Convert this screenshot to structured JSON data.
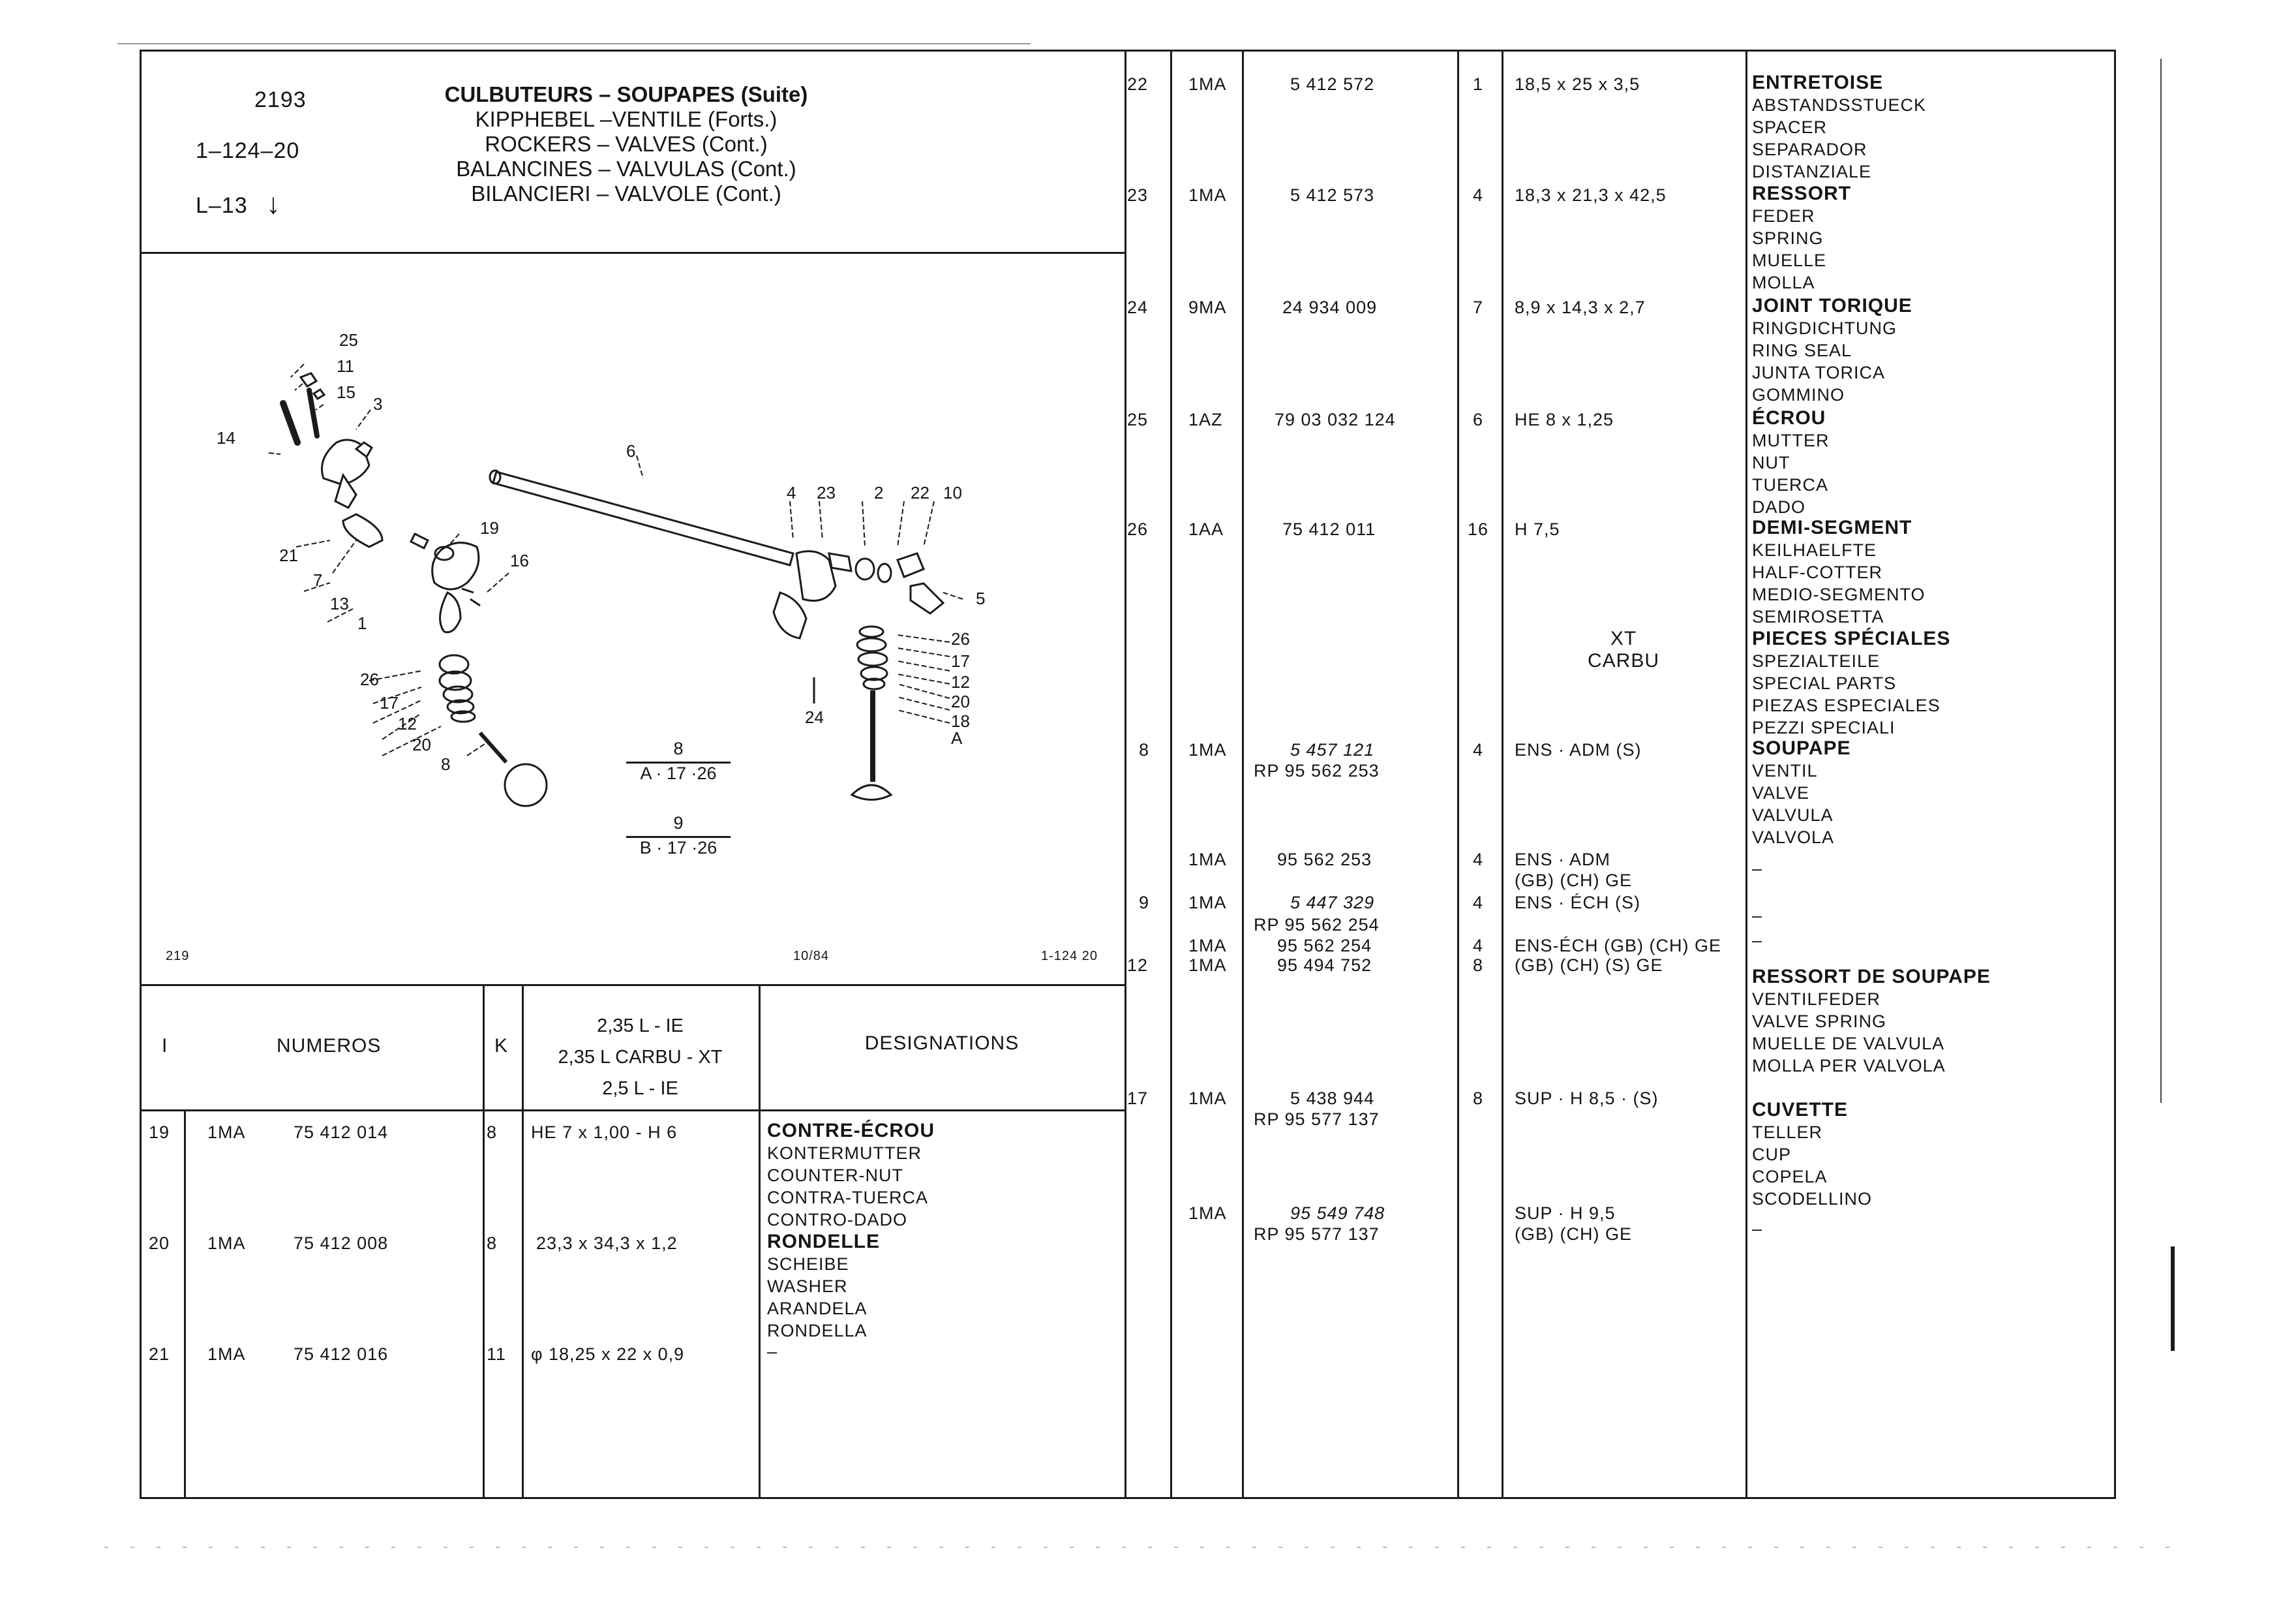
{
  "header": {
    "code": "2193",
    "ref": "1–124–20",
    "level": "L–13",
    "level_arrow": "↓",
    "titles": [
      "CULBUTEURS – SOUPAPES (Suite)",
      "KIPPHEBEL –VENTILE (Forts.)",
      "ROCKERS – VALVES (Cont.)",
      "BALANCINES – VALVULAS (Cont.)",
      "BILANCIERI – VALVOLE (Cont.)"
    ]
  },
  "figure": {
    "footer_left": "219",
    "footer_mid": "10/84",
    "footer_right": "1-124 20",
    "frac1_num": "8",
    "frac1_den": "A · 17 ·26",
    "frac2_num": "9",
    "frac2_den": "B · 17 ·26",
    "callouts": [
      "25",
      "11",
      "15",
      "3",
      "14",
      "6",
      "4",
      "23",
      "2",
      "22",
      "10",
      "19",
      "21",
      "16",
      "7",
      "13",
      "1",
      "5",
      "26",
      "17",
      "12",
      "20",
      "18",
      "A",
      "24",
      "26",
      "17",
      "12",
      "20",
      "8"
    ]
  },
  "table_header": {
    "col_i": "I",
    "col_numeros": "NUMEROS",
    "col_k": "K",
    "col_variant_1": "2,35 L - IE",
    "col_variant_2": "2,35 L  CARBU - XT",
    "col_variant_3": "2,5 L - IE",
    "col_designations": "DESIGNATIONS"
  },
  "left_rows": [
    {
      "ref": "19",
      "code": "1MA",
      "num": "75  412  014",
      "k": "8",
      "spec": "HE 7 x 1,00 - H 6",
      "desc": [
        "CONTRE-ÉCROU",
        "KONTERMUTTER",
        "COUNTER-NUT",
        "CONTRA-TUERCA",
        "CONTRO-DADO"
      ]
    },
    {
      "ref": "20",
      "code": "1MA",
      "num": "75  412  008",
      "k": "8",
      "spec": "23,3 x 34,3 x 1,2",
      "desc": [
        "RONDELLE",
        "SCHEIBE",
        "WASHER",
        "ARANDELA",
        "RONDELLA"
      ]
    },
    {
      "ref": "21",
      "code": "1MA",
      "num": "75  412  016",
      "k": "11",
      "spec": "φ  18,25 x 22 x 0,9",
      "desc": [
        "–"
      ]
    }
  ],
  "right_rows": [
    {
      "ref": "22",
      "code": "1MA",
      "num": "5  412  572",
      "k": "1",
      "spec": "18,5 x 25 x 3,5",
      "desc": [
        "ENTRETOISE",
        "ABSTANDSSTUECK",
        "SPACER",
        "SEPARADOR",
        "DISTANZIALE"
      ]
    },
    {
      "ref": "23",
      "code": "1MA",
      "num": "5  412  573",
      "k": "4",
      "spec": "18,3 x 21,3 x 42,5",
      "desc": [
        "RESSORT",
        "FEDER",
        "SPRING",
        "MUELLE",
        "MOLLA"
      ]
    },
    {
      "ref": "24",
      "code": "9MA",
      "num": "24  934  009",
      "k": "7",
      "spec": "8,9 x 14,3 x 2,7",
      "desc": [
        "JOINT TORIQUE",
        "RINGDICHTUNG",
        "RING SEAL",
        "JUNTA TORICA",
        "GOMMINO"
      ]
    },
    {
      "ref": "25",
      "code": "1AZ",
      "num": "79  03  032  124",
      "k": "6",
      "spec": "HE 8 x 1,25",
      "desc": [
        "ÉCROU",
        "MUTTER",
        "NUT",
        "TUERCA",
        "DADO"
      ]
    },
    {
      "ref": "26",
      "code": "1AA",
      "num": "75  412  011",
      "k": "16",
      "spec": "H 7,5",
      "desc": [
        "DEMI-SEGMENT",
        "KEILHAELFTE",
        "HALF-COTTER",
        "MEDIO-SEGMENTO",
        "SEMIROSETTA"
      ]
    }
  ],
  "special": {
    "line1": "XT",
    "line2": "CARBU",
    "desc": [
      "PIECES SPÉCIALES",
      "SPEZIALTEILE",
      "SPECIAL PARTS",
      "PIEZAS ESPECIALES",
      "PEZZI SPECIALI"
    ]
  },
  "r8": {
    "ref": "8",
    "code": "1MA",
    "num1": "5  457  121",
    "num2": "RP 95  562  253",
    "k": "4",
    "spec": "ENS · ADM (S)",
    "desc": [
      "SOUPAPE",
      "VENTIL",
      "VALVE",
      "VALVULA",
      "VALVOLA"
    ]
  },
  "r8b": {
    "code": "1MA",
    "num": "95  562  253",
    "k": "4",
    "spec1": "ENS · ADM",
    "spec2": "(GB) (CH) GE",
    "desc": "–"
  },
  "r9": {
    "ref": "9",
    "code": "1MA",
    "num1": "5  447  329",
    "num2": "RP 95  562  254",
    "k": "4",
    "spec": "ENS · ÉCH (S)",
    "desc": "–"
  },
  "r9b": {
    "code": "1MA",
    "num": "95  562  254",
    "k": "4",
    "spec": "ENS-ÉCH (GB) (CH) GE",
    "desc": "–"
  },
  "r12": {
    "ref": "12",
    "code": "1MA",
    "num": "95  494  752",
    "k": "8",
    "spec": "(GB) (CH) (S) GE",
    "desc": [
      "RESSORT DE SOUPAPE",
      "VENTILFEDER",
      "VALVE SPRING",
      "MUELLE DE VALVULA",
      "MOLLA PER VALVOLA"
    ]
  },
  "r17": {
    "ref": "17",
    "code": "1MA",
    "num1": "5  438  944",
    "num2": "RP 95  577  137",
    "k": "8",
    "spec": "SUP · H 8,5 · (S)",
    "desc": [
      "CUVETTE",
      "TELLER",
      "CUP",
      "COPELA",
      "SCODELLINO"
    ]
  },
  "r17b": {
    "code": "1MA",
    "num1": "95  549  748",
    "num2": "RP 95  577  137",
    "spec1": "SUP · H 9,5",
    "spec2": "(GB) (CH) GE",
    "desc": "–"
  }
}
